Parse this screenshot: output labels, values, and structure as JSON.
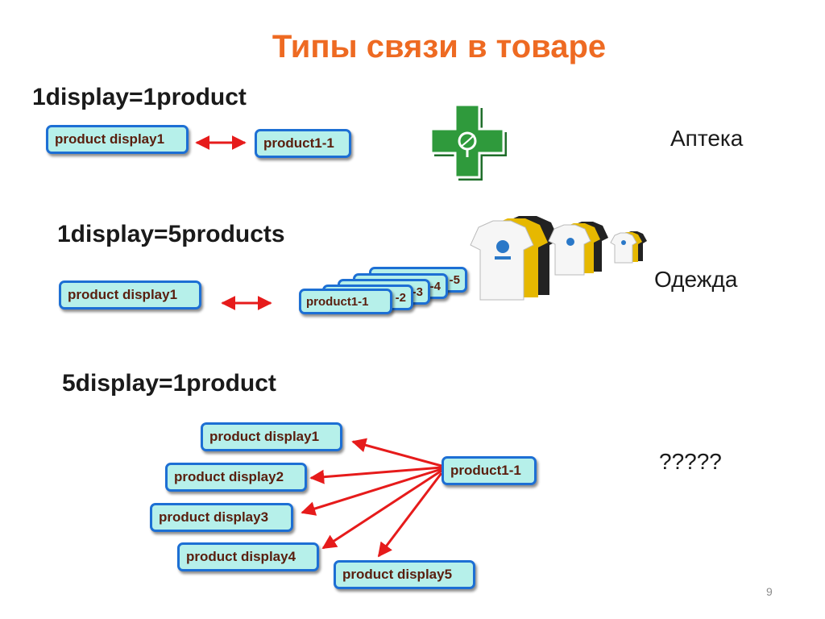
{
  "slide": {
    "title": "Типы связи в товаре",
    "page_number": "9"
  },
  "section1": {
    "heading": "1display=1product",
    "display_box": "product display1",
    "product_box": "product1-1",
    "caption": "Аптека",
    "icon": "pharmacy-cross-icon",
    "icon_color": "#2f9a3c"
  },
  "section2": {
    "heading": "1display=5products",
    "display_box": "product display1",
    "stack_fragments": [
      "-5",
      "-4",
      "-3",
      "-2"
    ],
    "front_product": "product1-1",
    "caption": "Одежда",
    "image": "t-shirts"
  },
  "section3": {
    "heading": "5display=1product",
    "product_box": "product1-1",
    "displays": [
      {
        "label": "product display1"
      },
      {
        "label": "product display2"
      },
      {
        "label": "product display3"
      },
      {
        "label": "product display4"
      },
      {
        "label": "product display5"
      }
    ],
    "caption": "?????"
  },
  "colors": {
    "title": "#ee6a22",
    "box_fill": "#b6f0ea",
    "box_border": "#1d6fd4",
    "box_text": "#5a1e0e",
    "arrow": "#e61b1b"
  }
}
